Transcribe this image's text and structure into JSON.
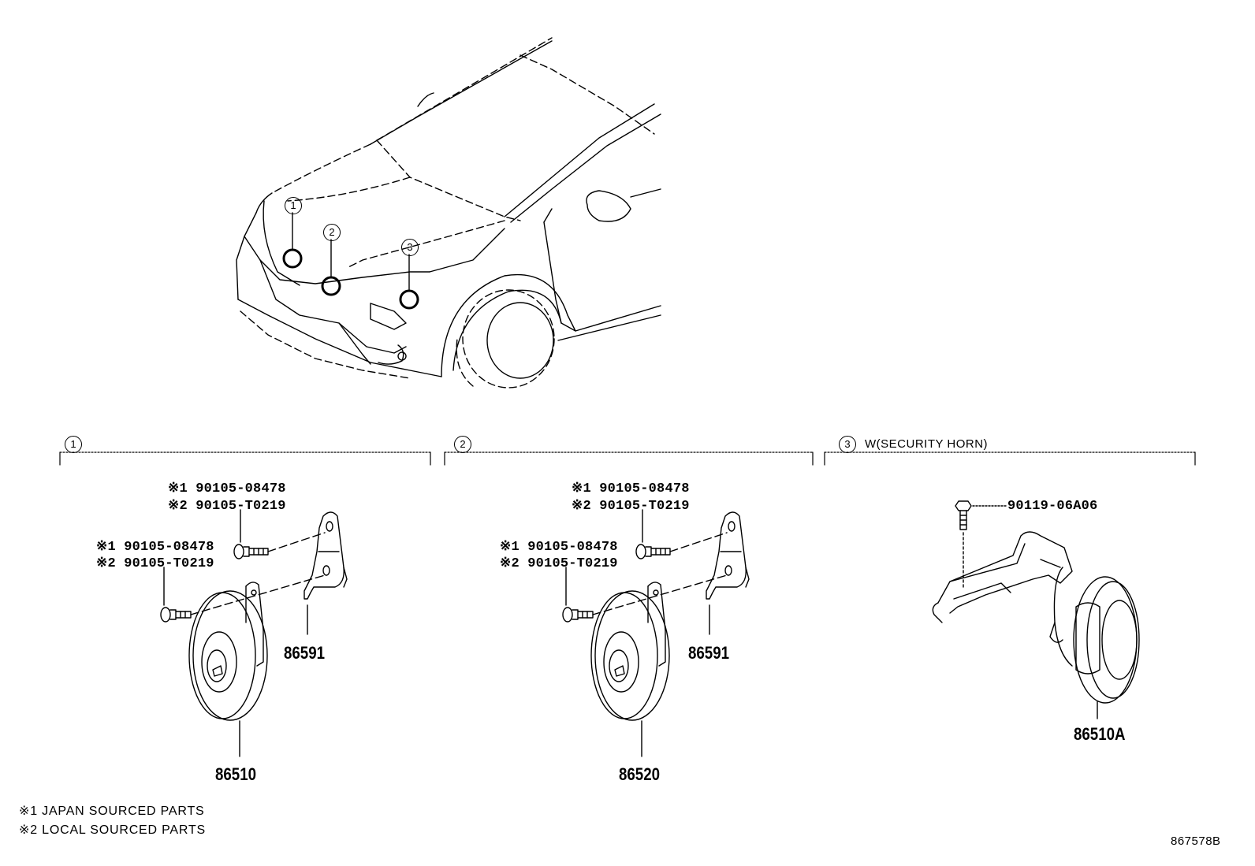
{
  "overview": {
    "callouts": [
      "1",
      "2",
      "3"
    ]
  },
  "sections": [
    {
      "number": "1",
      "title": "",
      "upper_bolt": [
        "※1 90105-08478",
        "※2 90105-T0219"
      ],
      "lower_bolt": [
        "※1 90105-08478",
        "※2 90105-T0219"
      ],
      "bracket": "86591",
      "horn": "86510"
    },
    {
      "number": "2",
      "title": "",
      "upper_bolt": [
        "※1 90105-08478",
        "※2 90105-T0219"
      ],
      "lower_bolt": [
        "※1 90105-08478",
        "※2 90105-T0219"
      ],
      "bracket": "86591",
      "horn": "86520"
    },
    {
      "number": "3",
      "title": "W(SECURITY HORN)",
      "bolt": "90119-06A06",
      "horn": "86510A"
    }
  ],
  "footnotes": [
    "※1 JAPAN SOURCED PARTS",
    "※2 LOCAL SOURCED PARTS"
  ],
  "diagram_id": "867578B"
}
